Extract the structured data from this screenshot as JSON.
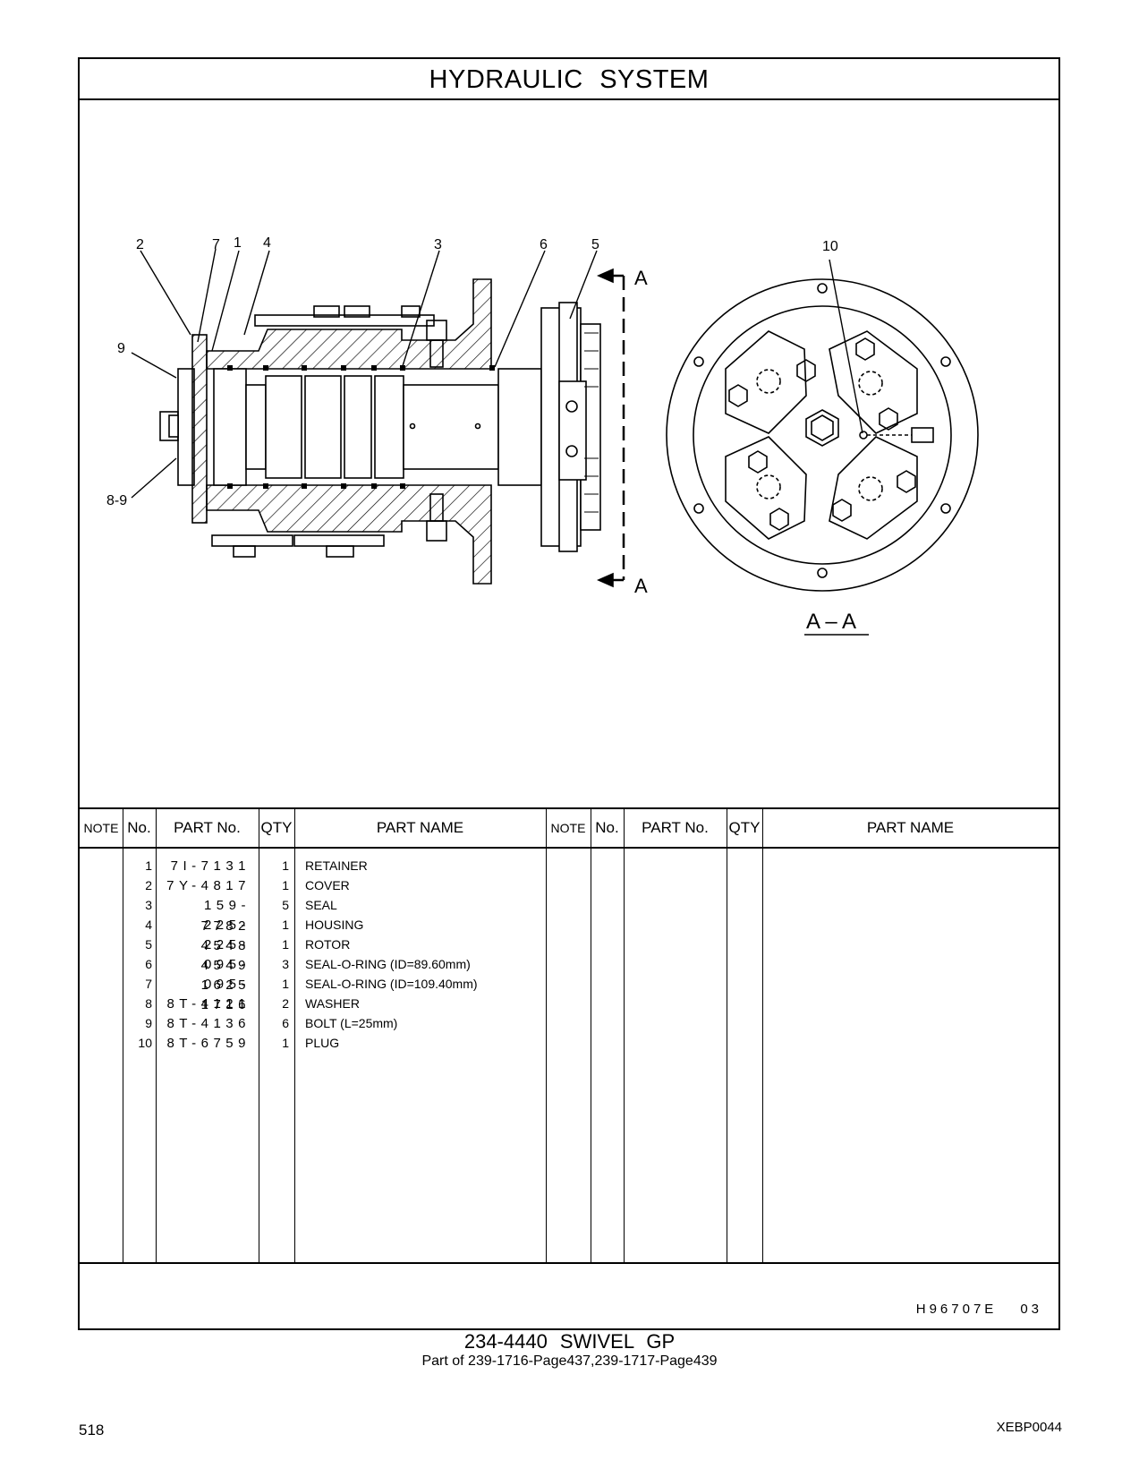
{
  "header": {
    "title": "HYDRAULIC   SYSTEM"
  },
  "callouts": {
    "c2": "2",
    "c7": "7",
    "c1": "1",
    "c4": "4",
    "c3": "3",
    "c6": "6",
    "c5": "5",
    "c10": "10",
    "c9": "9",
    "c89": "8-9",
    "sectionA_top": "A",
    "sectionA_bottom": "A",
    "section_label": "A – A"
  },
  "table": {
    "headers": [
      "NOTE",
      "No.",
      "PART No.",
      "QTY",
      "PART NAME",
      "NOTE",
      "No.",
      "PART No.",
      "QTY",
      "PART NAME"
    ],
    "rows": [
      {
        "no": "1",
        "part_no": "7I-7131",
        "qty": "1",
        "name": "RETAINER"
      },
      {
        "no": "2",
        "part_no": "7Y-4817",
        "qty": "1",
        "name": "COVER"
      },
      {
        "no": "3",
        "part_no": "159-7782",
        "qty": "5",
        "name": "SEAL"
      },
      {
        "no": "4",
        "part_no": "225-4548",
        "qty": "1",
        "name": "HOUSING"
      },
      {
        "no": "5",
        "part_no": "225-4549",
        "qty": "1",
        "name": "ROTOR"
      },
      {
        "no": "6",
        "part_no": "095-1625",
        "qty": "3",
        "name": "SEAL-O-RING (ID=89.60mm)"
      },
      {
        "no": "7",
        "part_no": "095-1716",
        "qty": "1",
        "name": "SEAL-O-RING (ID=109.40mm)"
      },
      {
        "no": "8",
        "part_no": "8T-4121",
        "qty": "2",
        "name": "WASHER"
      },
      {
        "no": "9",
        "part_no": "8T-4136",
        "qty": "6",
        "name": "BOLT (L=25mm)"
      },
      {
        "no": "10",
        "part_no": "8T-6759",
        "qty": "1",
        "name": "PLUG"
      }
    ]
  },
  "drawing_code": "H96707E",
  "drawing_rev": "03",
  "caption": {
    "title": "234-4440   SWIVEL  GP",
    "subtitle": "Part of 239-1716-Page437,239-1717-Page439"
  },
  "footer": {
    "page_number": "518",
    "doc_code": "XEBP0044"
  }
}
